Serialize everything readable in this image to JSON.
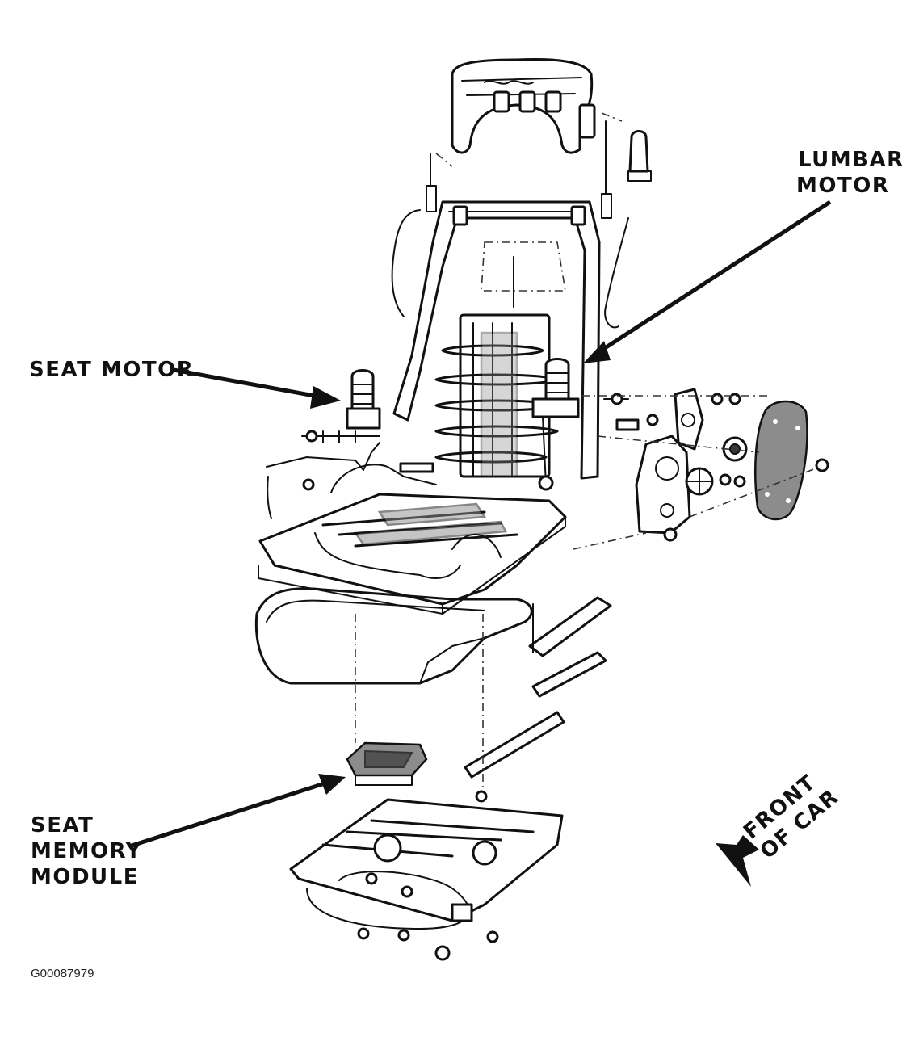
{
  "callouts": {
    "lumbar_motor": [
      "LUMBAR",
      "MOTOR"
    ],
    "seat_motor": [
      "SEAT MOTOR"
    ],
    "seat_memory_module": [
      "SEAT",
      "MEMORY",
      "MODULE"
    ]
  },
  "direction_indicator": [
    "FRONT",
    "OF CAR"
  ],
  "figure_id": "G00087979"
}
